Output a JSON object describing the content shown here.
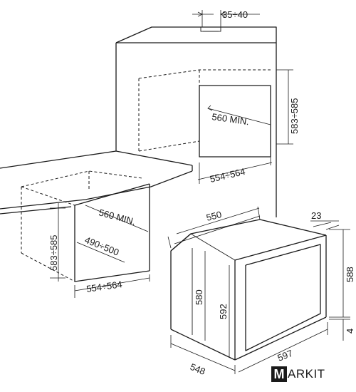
{
  "labels": {
    "top_depth": "35÷40",
    "upper_niche_depth": "560 MIN.",
    "upper_niche_height": "583÷585",
    "upper_niche_width": "554÷564",
    "lower_niche_depth": "560 MIN.",
    "lower_niche_height": "583÷585",
    "lower_niche_inner_depth": "490÷500",
    "lower_niche_width": "554÷564",
    "oven_depth_top": "550",
    "oven_door_thickness": "23",
    "oven_height_right": "588",
    "oven_bottom_gap": "4",
    "oven_inner_height": "580",
    "oven_body_height": "592",
    "oven_depth_bottom": "548",
    "oven_width": "597"
  },
  "logo": {
    "letter": "M",
    "text": "ARKIT"
  }
}
